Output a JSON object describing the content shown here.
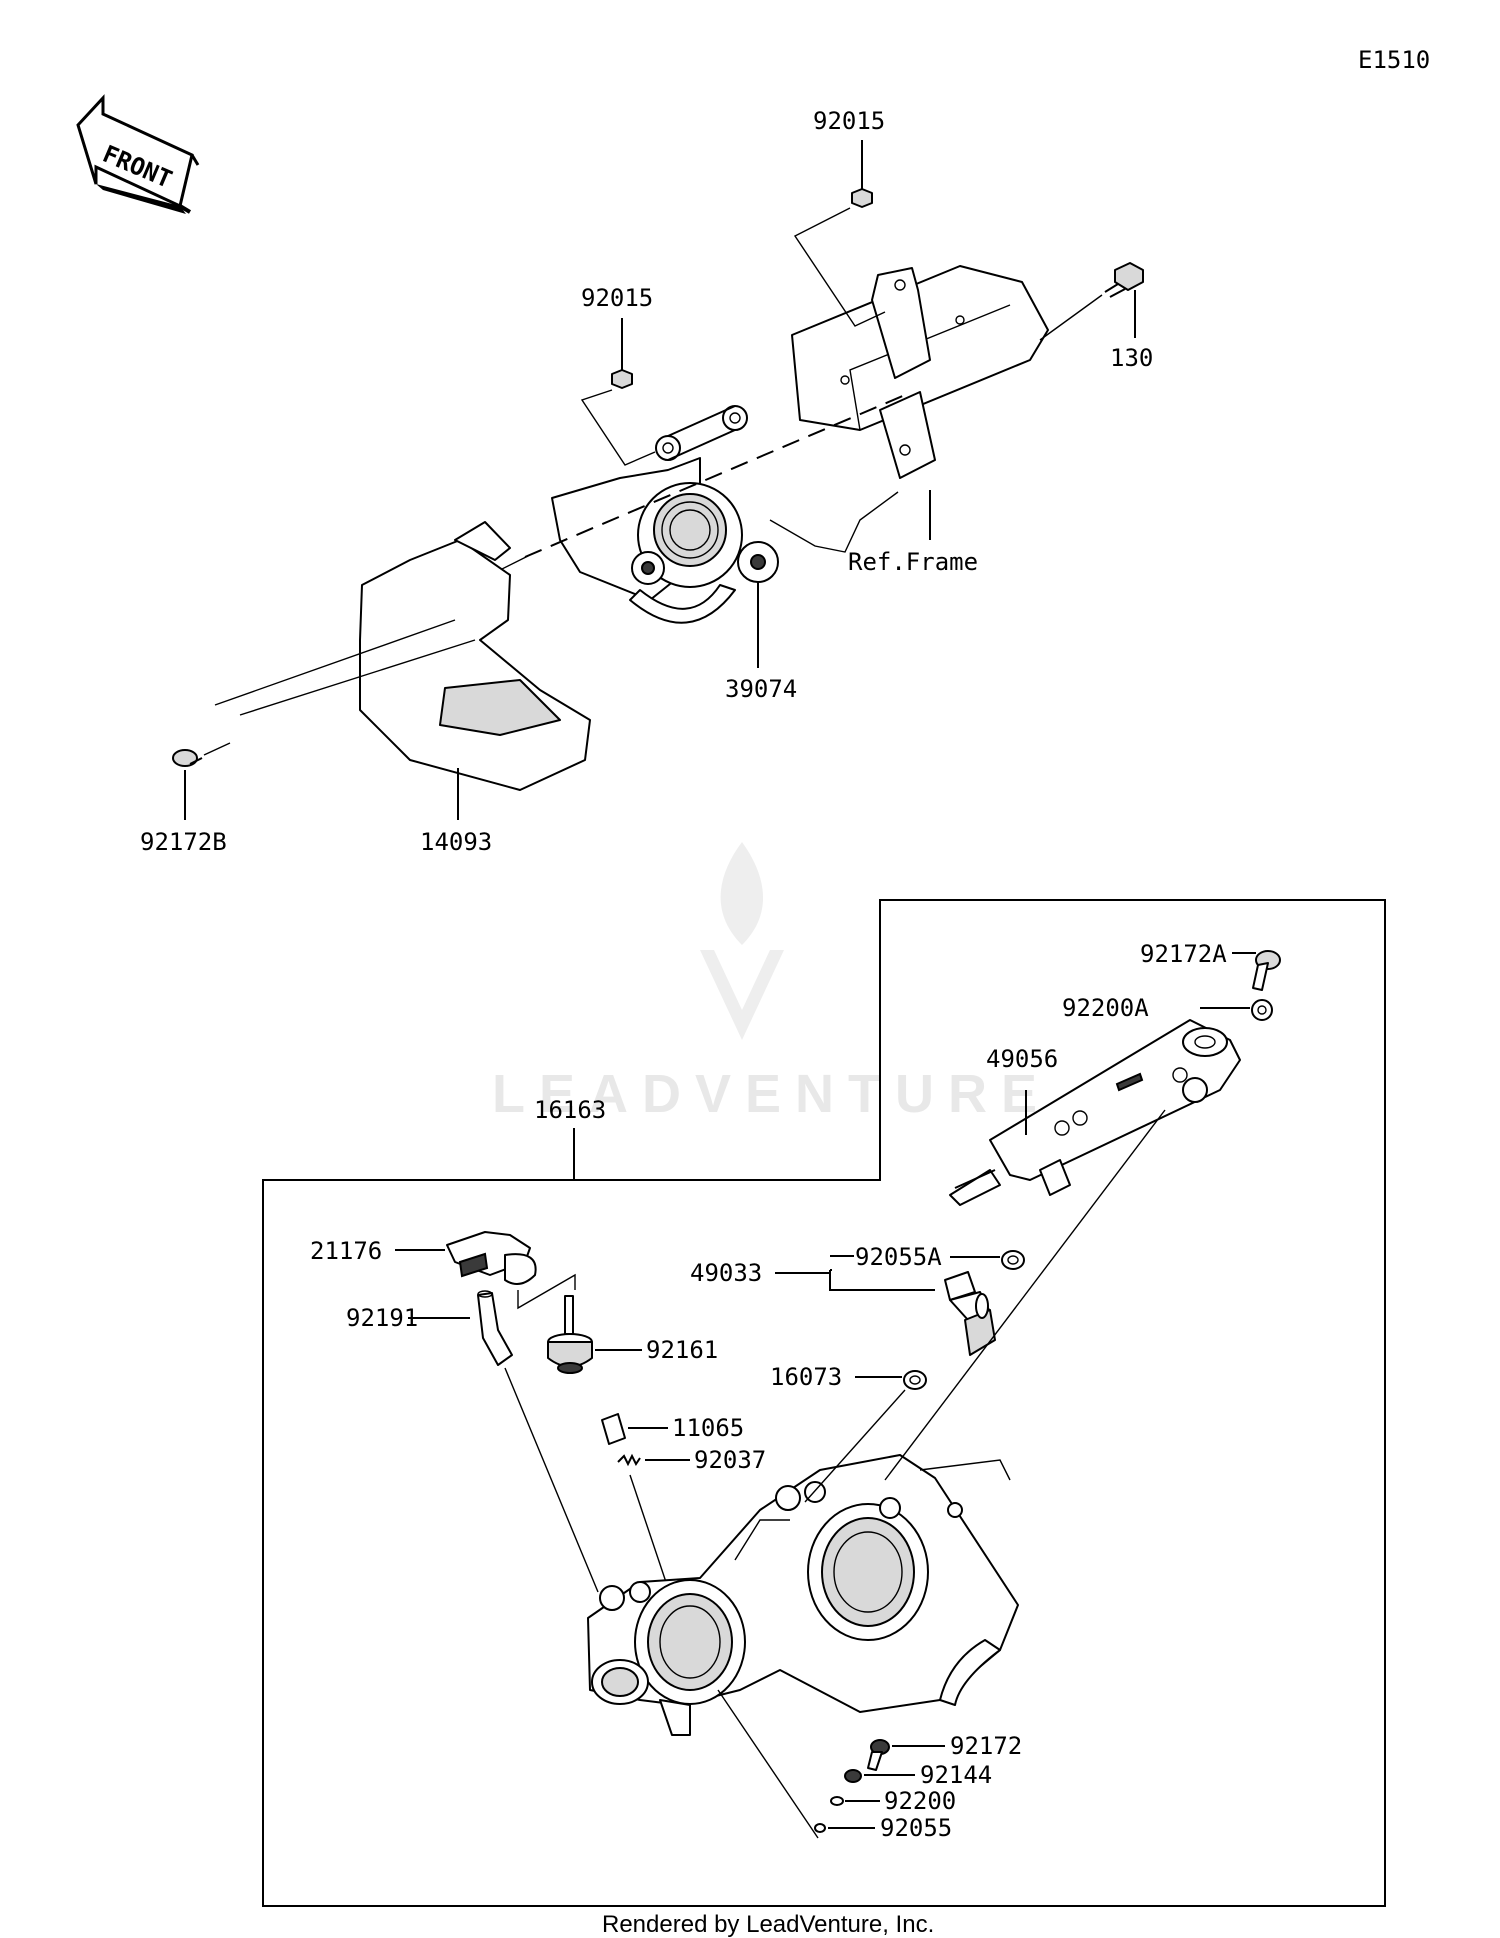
{
  "diagram_code": "E1510",
  "front_arrow_text": "FRONT",
  "reference_label": "Ref.Frame",
  "footer_text": "Rendered by LeadVenture, Inc.",
  "watermark_text": "LEADVENTURE",
  "callouts": {
    "c_92015_top": "92015",
    "c_92015_mid": "92015",
    "c_130": "130",
    "c_39074": "39074",
    "c_92172B": "92172B",
    "c_14093": "14093",
    "c_16163": "16163",
    "c_92172A": "92172A",
    "c_92200A": "92200A",
    "c_49056": "49056",
    "c_21176": "21176",
    "c_92191": "92191",
    "c_92161": "92161",
    "c_49033": "49033",
    "c_92055A": "92055A",
    "c_16073": "16073",
    "c_11065": "11065",
    "c_92037": "92037",
    "c_92172": "92172",
    "c_92144": "92144",
    "c_92200": "92200",
    "c_92055": "92055"
  }
}
